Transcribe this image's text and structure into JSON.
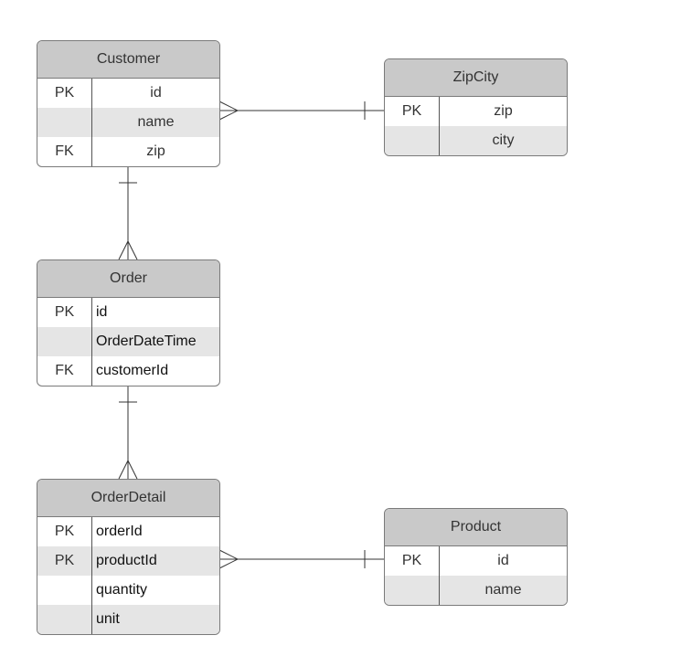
{
  "entities": {
    "customer": {
      "title": "Customer",
      "rows": [
        {
          "key": "PK",
          "field": "id"
        },
        {
          "key": "",
          "field": "name"
        },
        {
          "key": "FK",
          "field": "zip"
        }
      ]
    },
    "zipcity": {
      "title": "ZipCity",
      "rows": [
        {
          "key": "PK",
          "field": "zip"
        },
        {
          "key": "",
          "field": "city"
        }
      ]
    },
    "order": {
      "title": "Order",
      "rows": [
        {
          "key": "PK",
          "field": "id"
        },
        {
          "key": "",
          "field": "OrderDateTime"
        },
        {
          "key": "FK",
          "field": "customerId"
        }
      ]
    },
    "orderdetail": {
      "title": "OrderDetail",
      "rows": [
        {
          "key": "PK",
          "field": "orderId"
        },
        {
          "key": "PK",
          "field": "productId"
        },
        {
          "key": "",
          "field": "quantity"
        },
        {
          "key": "",
          "field": "unit"
        }
      ]
    },
    "product": {
      "title": "Product",
      "rows": [
        {
          "key": "PK",
          "field": "id"
        },
        {
          "key": "",
          "field": "name"
        }
      ]
    }
  },
  "relationships": [
    {
      "from": "customer",
      "to": "zipcity",
      "from_end": "many",
      "to_end": "one"
    },
    {
      "from": "customer",
      "to": "order",
      "from_end": "one",
      "to_end": "many"
    },
    {
      "from": "order",
      "to": "orderdetail",
      "from_end": "one",
      "to_end": "many"
    },
    {
      "from": "orderdetail",
      "to": "product",
      "from_end": "many",
      "to_end": "one"
    }
  ],
  "colors": {
    "header": "#c9c9c9",
    "alt_row": "#e5e5e5",
    "border": "#7a7a7a",
    "line": "#333333"
  }
}
